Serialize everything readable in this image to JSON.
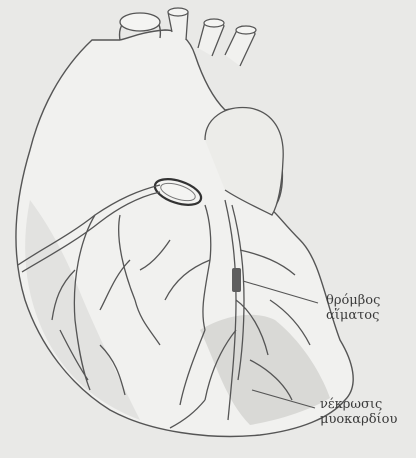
{
  "labels": {
    "thrombus": {
      "line1": "θρόμβος",
      "line2": "αἵματος"
    },
    "necrosis": {
      "line1": "νέκρωσις",
      "line2": "μυοκαρδίου"
    }
  },
  "colors": {
    "background": "#e9e9e7",
    "ink": "#555555",
    "shading": "#c9c9c6",
    "thrombus": "#6a6a6a"
  }
}
